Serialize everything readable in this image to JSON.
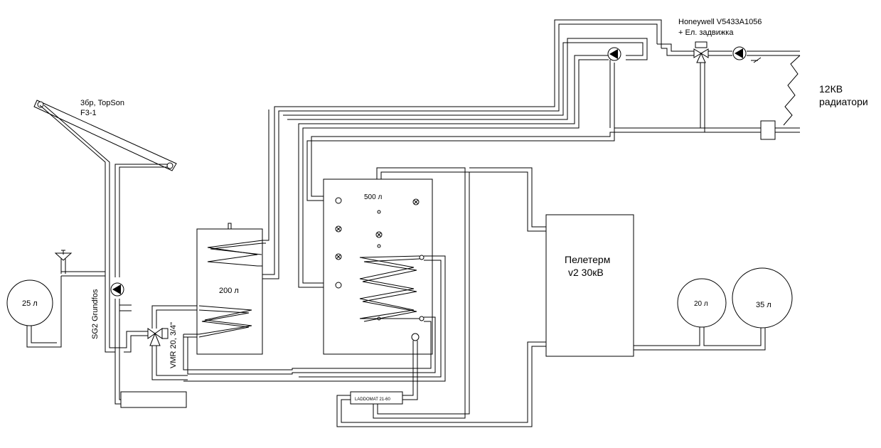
{
  "labels": {
    "collector": [
      "3бр, TopSon",
      "F3-1"
    ],
    "controller": [
      "Honeywell V5433A1056",
      "+ Ел. задвижка"
    ],
    "radiators": [
      "12КВ",
      "радиатори"
    ],
    "tank_200": "200 л",
    "tank_500": "500 л",
    "boiler": [
      "Пелетерм",
      "v2 30кВ"
    ],
    "exp_25": "25 л",
    "exp_20": "20 л",
    "exp_35": "35 л",
    "pump_solar": "SG2 Grundfos",
    "valve_vmr": "VMR 20, 3/4\"",
    "laddomat": "LADDOMAT 21-60"
  }
}
